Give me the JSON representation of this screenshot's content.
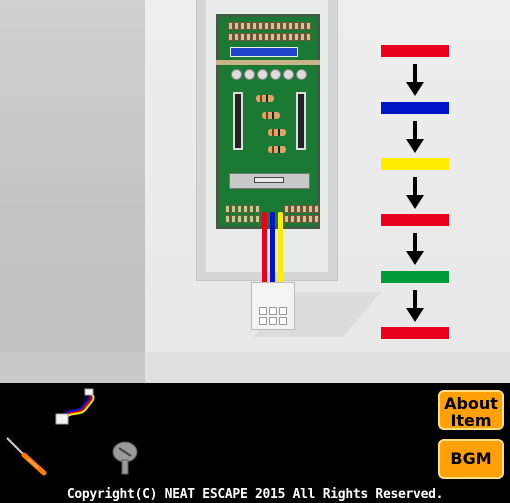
{
  "scene": {
    "color_sequence": [
      {
        "color": "red",
        "hex": "#e8001c"
      },
      {
        "color": "blue",
        "hex": "#0014c8"
      },
      {
        "color": "yellow",
        "hex": "#ffec00"
      },
      {
        "color": "red",
        "hex": "#e8001c"
      },
      {
        "color": "green",
        "hex": "#009a3a"
      },
      {
        "color": "red",
        "hex": "#e8001c"
      }
    ],
    "wires": [
      "red",
      "blue",
      "yellow"
    ],
    "board_icon": "circuit-board-icon",
    "connector_icon": "white-connector-icon"
  },
  "inventory": {
    "items": [
      {
        "name": "wire-harness-icon"
      },
      {
        "name": "screwdriver-icon"
      },
      {
        "name": "screw-icon"
      }
    ]
  },
  "buttons": {
    "about_line1": "About",
    "about_line2": "Item",
    "bgm": "BGM"
  },
  "footer": {
    "copyright": "Copyright(C) NEAT ESCAPE 2015 All Rights Reserved."
  },
  "colors": {
    "button_bg": "#ffa008",
    "background": "#000000"
  }
}
